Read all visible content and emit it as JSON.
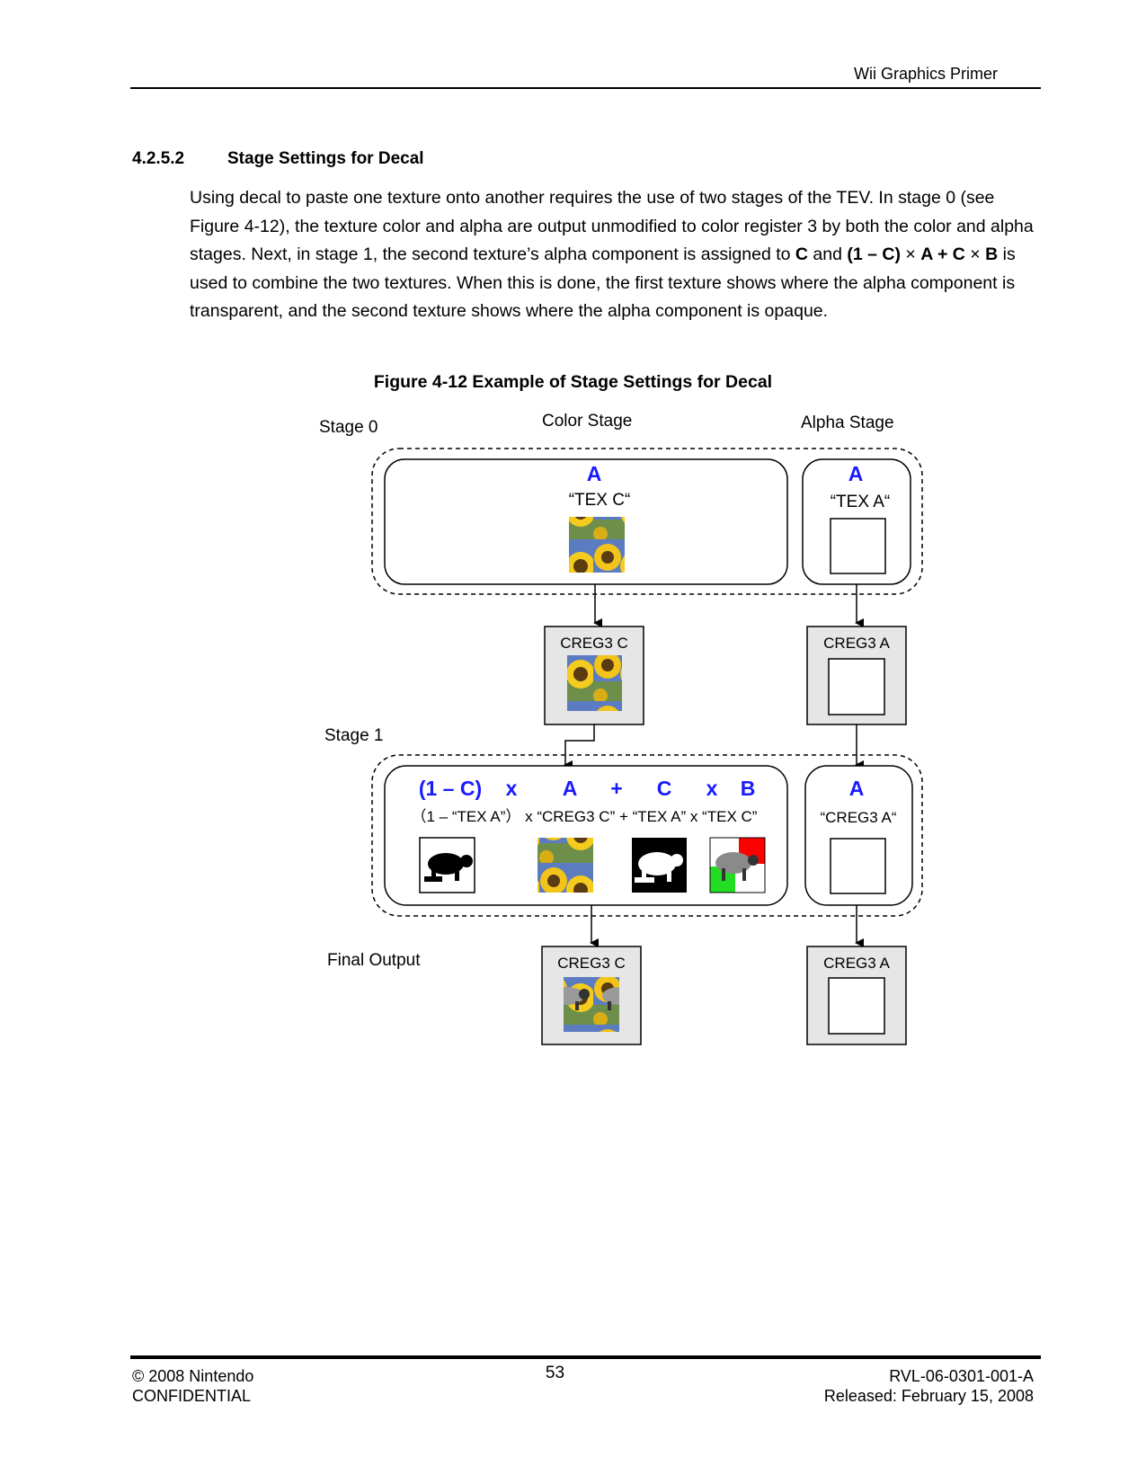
{
  "header": {
    "title": "Wii Graphics Primer"
  },
  "section": {
    "number": "4.2.5.2",
    "title": "Stage Settings for Decal"
  },
  "body": {
    "part1": "Using decal to paste one texture onto another requires the use of two stages of the TEV. In stage 0 (see Figure 4-12), the texture color and alpha are output unmodified to color register 3 by both the color and alpha stages. Next, in stage 1, the second texture’s alpha component is assigned to ",
    "bold1": "C",
    "part2": " and ",
    "bold2": "(1 – C)",
    "part3": " × ",
    "bold3": "A + C",
    "part4": " × ",
    "bold4": "B",
    "part5": " is used to combine the two textures. When this is done, the first texture shows where the alpha component is transparent, and the second texture shows where the alpha component is opaque."
  },
  "figure": {
    "caption": "Figure 4-12 Example of Stage Settings for Decal",
    "stage0_label": "Stage 0",
    "color_stage_label": "Color Stage",
    "alpha_stage_label": "Alpha Stage",
    "stage0_color_input": "A",
    "stage0_color_source": "“TEX C“",
    "stage0_alpha_input": "A",
    "stage0_alpha_source": "“TEX A“",
    "creg_color_label": "CREG3 C",
    "creg_alpha_label": "CREG3 A",
    "stage1_label": "Stage 1",
    "stage1_formula": [
      "(1 – C)",
      "x",
      "A",
      "+",
      "C",
      "x",
      "B"
    ],
    "stage1_sources": "（1 – “TEX A”） x “CREG3 C” + “TEX A” x “TEX C”",
    "stage1_alpha_input": "A",
    "stage1_alpha_source": "“CREG3 A“",
    "final_output_label": "Final Output",
    "final_creg_color_label": "CREG3 C",
    "final_creg_alpha_label": "CREG3 A",
    "formula_color": "#1a1aff"
  },
  "footer": {
    "copyright": "© 2008 Nintendo",
    "confidential": "CONFIDENTIAL",
    "page_number": "53",
    "doc_id": "RVL-06-0301-001-A",
    "release": "Released: February 15, 2008"
  }
}
